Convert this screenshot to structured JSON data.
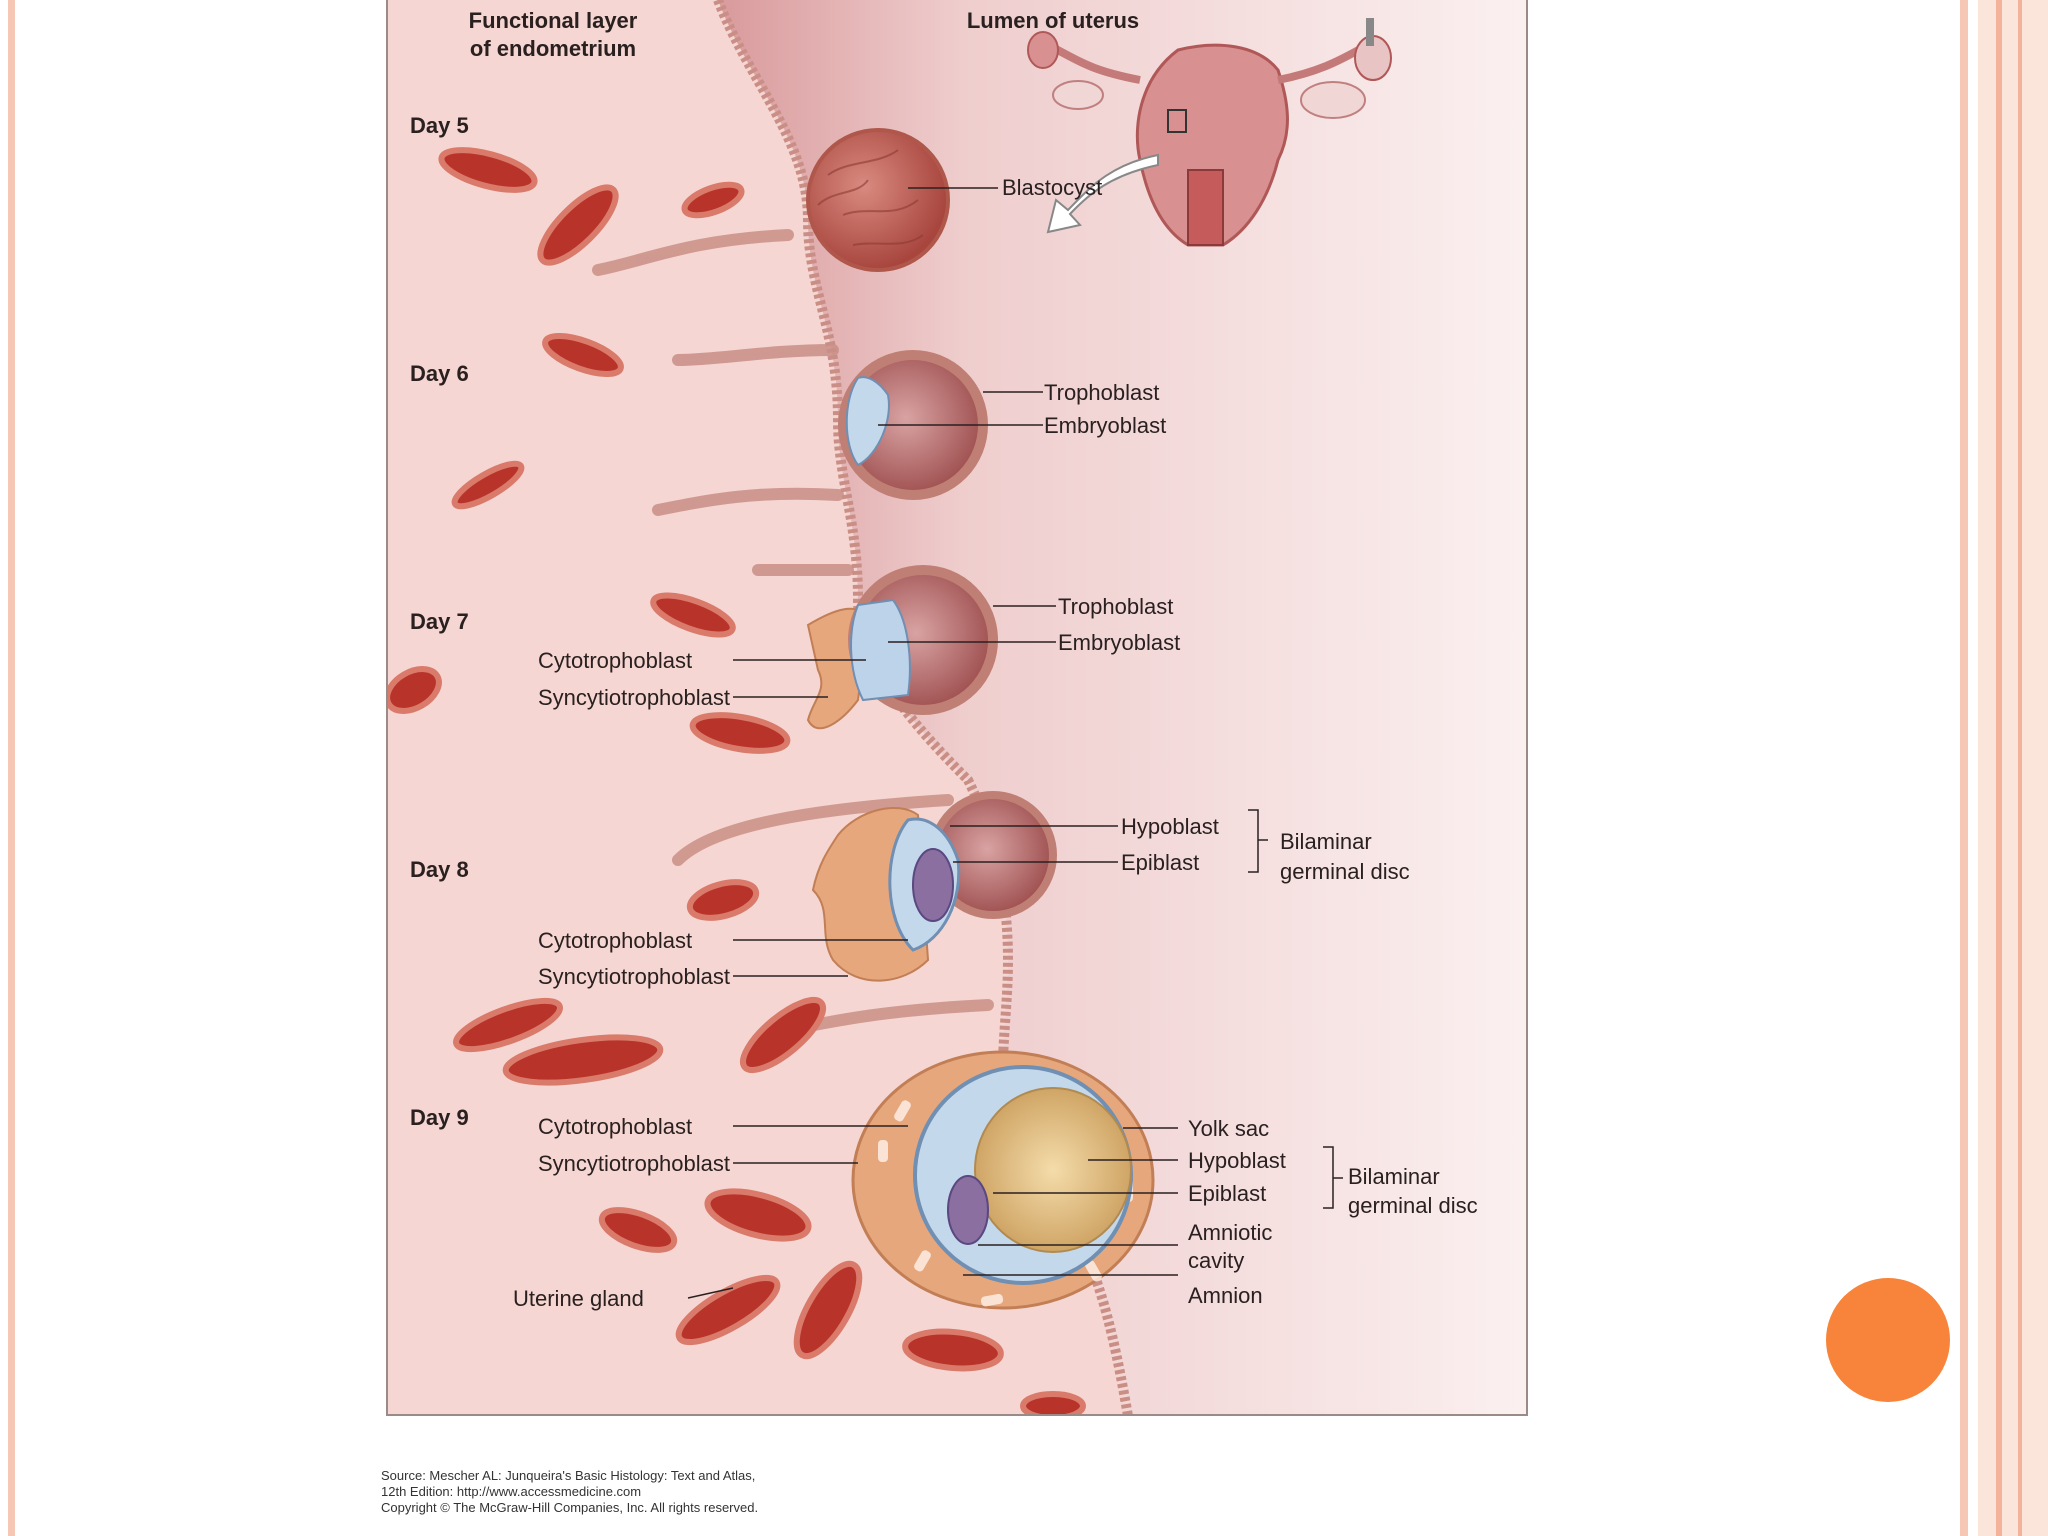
{
  "header": {
    "functional_layer": "Functional layer",
    "functional_layer_2": "of endometrium",
    "lumen": "Lumen of uterus"
  },
  "days": [
    "Day 5",
    "Day 6",
    "Day 7",
    "Day 8",
    "Day 9"
  ],
  "labels": {
    "blastocyst": "Blastocyst",
    "trophoblast": "Trophoblast",
    "embryoblast": "Embryoblast",
    "cytotrophoblast": "Cytotrophoblast",
    "syncytiotrophoblast": "Syncytiotrophoblast",
    "hypoblast": "Hypoblast",
    "epiblast": "Epiblast",
    "bilaminar": "Bilaminar",
    "germinal_disc": "germinal disc",
    "yolk_sac": "Yolk sac",
    "amniotic": "Amniotic",
    "cavity": "cavity",
    "amnion": "Amnion",
    "uterine_gland": "Uterine gland"
  },
  "source": {
    "line1": "Source: Mescher AL: Junqueira's Basic Histology: Text and Atlas,",
    "line2": "12th Edition: http://www.accessmedicine.com",
    "line3": "Copyright © The McGraw-Hill Companies, Inc. All rights reserved."
  },
  "colors": {
    "accent_dot": "#f7843a",
    "border": "#f6c7b4"
  }
}
